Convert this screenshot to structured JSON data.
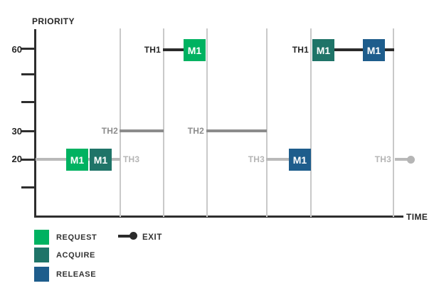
{
  "axes": {
    "y_label": "PRIORITY",
    "x_label": "TIME",
    "tick_labels": {
      "t60": "60",
      "t30": "30",
      "t20": "20"
    }
  },
  "labels": {
    "th1": "TH1",
    "th2": "TH2",
    "th3": "TH3",
    "mutex": "M1"
  },
  "legend": {
    "request": "REQUEST",
    "acquire": "ACQUIRE",
    "release": "RELEASE",
    "exit": "EXIT"
  },
  "colors": {
    "request_green": "#00B261",
    "acquire_teal": "#1F7468",
    "release_blue": "#1E5D8C",
    "th1_dark": "#2B2B2B",
    "th2_gray": "#8C8C8C",
    "th3_light_gray": "#B5B5B5",
    "gridline_gray": "#C9C9C9"
  },
  "chart_data": {
    "type": "timing-diagram",
    "title": "Mutex priority timing diagram",
    "y_axis": {
      "label": "PRIORITY",
      "ticks": [
        60,
        50,
        40,
        30,
        20,
        10
      ],
      "labeled_ticks": [
        60,
        30,
        20
      ]
    },
    "x_axis": {
      "label": "TIME",
      "time_slots": 7,
      "gridlines_between_slots": 6
    },
    "legend": [
      {
        "label": "REQUEST",
        "color": "#00B261",
        "symbol": "square"
      },
      {
        "label": "ACQUIRE",
        "color": "#1F7468",
        "symbol": "square"
      },
      {
        "label": "RELEASE",
        "color": "#1E5D8C",
        "symbol": "square"
      },
      {
        "label": "EXIT",
        "color": "#2B2B2B",
        "symbol": "line-with-dot"
      }
    ],
    "events": [
      {
        "slot": 0,
        "thread": "TH3",
        "priority": 20,
        "mutex": "M1",
        "actions": [
          "request",
          "acquire"
        ]
      },
      {
        "slot": 1,
        "thread": "TH2",
        "priority": 30,
        "actions": [
          "run"
        ]
      },
      {
        "slot": 1,
        "thread": "TH3",
        "priority": 20,
        "actions": [
          "labelled-wait"
        ]
      },
      {
        "slot": 2,
        "thread": "TH1",
        "priority": 60,
        "mutex": "M1",
        "actions": [
          "request"
        ]
      },
      {
        "slot": 3,
        "thread": "TH2",
        "priority": 30,
        "actions": [
          "run"
        ]
      },
      {
        "slot": 4,
        "thread": "TH3",
        "priority": 20,
        "mutex": "M1",
        "actions": [
          "release"
        ]
      },
      {
        "slot": 5,
        "thread": "TH1",
        "priority": 60,
        "mutex": "M1",
        "actions": [
          "acquire",
          "release"
        ]
      },
      {
        "slot": 6,
        "thread": "TH3",
        "priority": 20,
        "actions": [
          "exit"
        ]
      }
    ]
  }
}
